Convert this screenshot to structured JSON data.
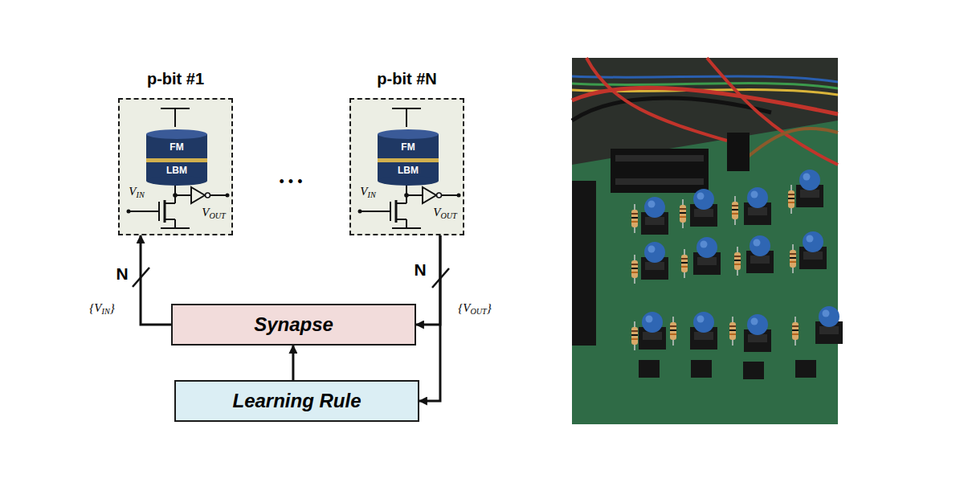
{
  "diagram": {
    "nodes": [
      {
        "text": [
          "p-bit #1"
        ]
      },
      {
        "text": [
          "FM"
        ],
        "in": 0
      },
      {
        "text": [
          "LBM"
        ],
        "in": 0
      },
      {
        "text": [
          "p-bit #N"
        ]
      },
      {
        "text": [
          "FM"
        ],
        "in": 3
      },
      {
        "text": [
          "LBM"
        ],
        "in": 3
      },
      {
        "text": [
          "Synapse"
        ]
      },
      {
        "text": [
          "Learning Rule"
        ]
      }
    ],
    "edges": [
      {
        "from": 6,
        "to": 0,
        "arrow": "to"
      },
      {
        "from": 3,
        "to": 6,
        "arrow": "to"
      },
      {
        "from": 3,
        "to": 7,
        "arrow": "to"
      },
      {
        "from": 7,
        "to": 6,
        "arrow": "to"
      }
    ],
    "labels": [
      "VIN",
      "VOUT",
      "VIN",
      "VOUT",
      "• • •",
      "N",
      "{VIN}",
      "N",
      "{VOUT}"
    ]
  }
}
